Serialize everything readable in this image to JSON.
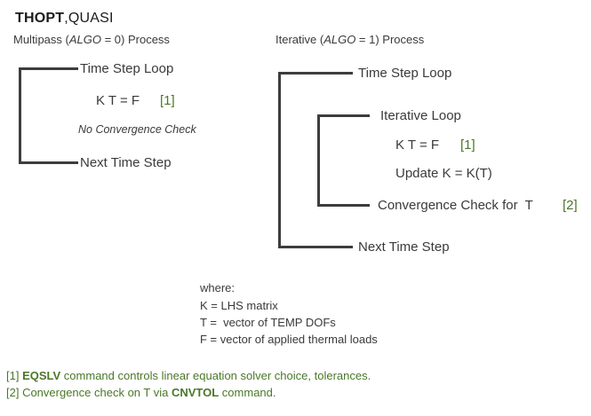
{
  "colors": {
    "text": "#3a3a3a",
    "line": "#3d3d3d",
    "accent_green": "#4a7729",
    "background": "#ffffff"
  },
  "title": {
    "command": "THOPT",
    "argument": ",QUASI"
  },
  "multipass": {
    "heading_pre": "Multipass (",
    "heading_italic": "ALGO",
    "heading_post": " = 0) Process",
    "loop_start": "Time Step Loop",
    "equation": "K T = F",
    "equation_ref": "[1]",
    "note": "No Convergence Check",
    "loop_end": "Next Time Step"
  },
  "iterative": {
    "heading_pre": "Iterative (",
    "heading_italic": "ALGO",
    "heading_post": " = 1) Process",
    "loop_start": "Time Step Loop",
    "inner_loop_start": "Iterative Loop",
    "equation": "K T = F",
    "equation_ref": "[1]",
    "update_step": "Update K = K(T)",
    "convergence_step": "Convergence Check for  T",
    "convergence_ref": "[2]",
    "loop_end": "Next Time Step"
  },
  "legend": {
    "where_label": "where:",
    "k_line": "K = LHS matrix",
    "t_line": "T =  vector of TEMP DOFs",
    "f_line": "F = vector of applied thermal loads"
  },
  "footnotes": [
    {
      "pre": "[1] ",
      "bold": "EQSLV",
      "post": " command controls linear equation solver choice, tolerances."
    },
    {
      "pre": "[2] Convergence check on T via ",
      "bold": "CNVTOL",
      "post": " command."
    }
  ]
}
